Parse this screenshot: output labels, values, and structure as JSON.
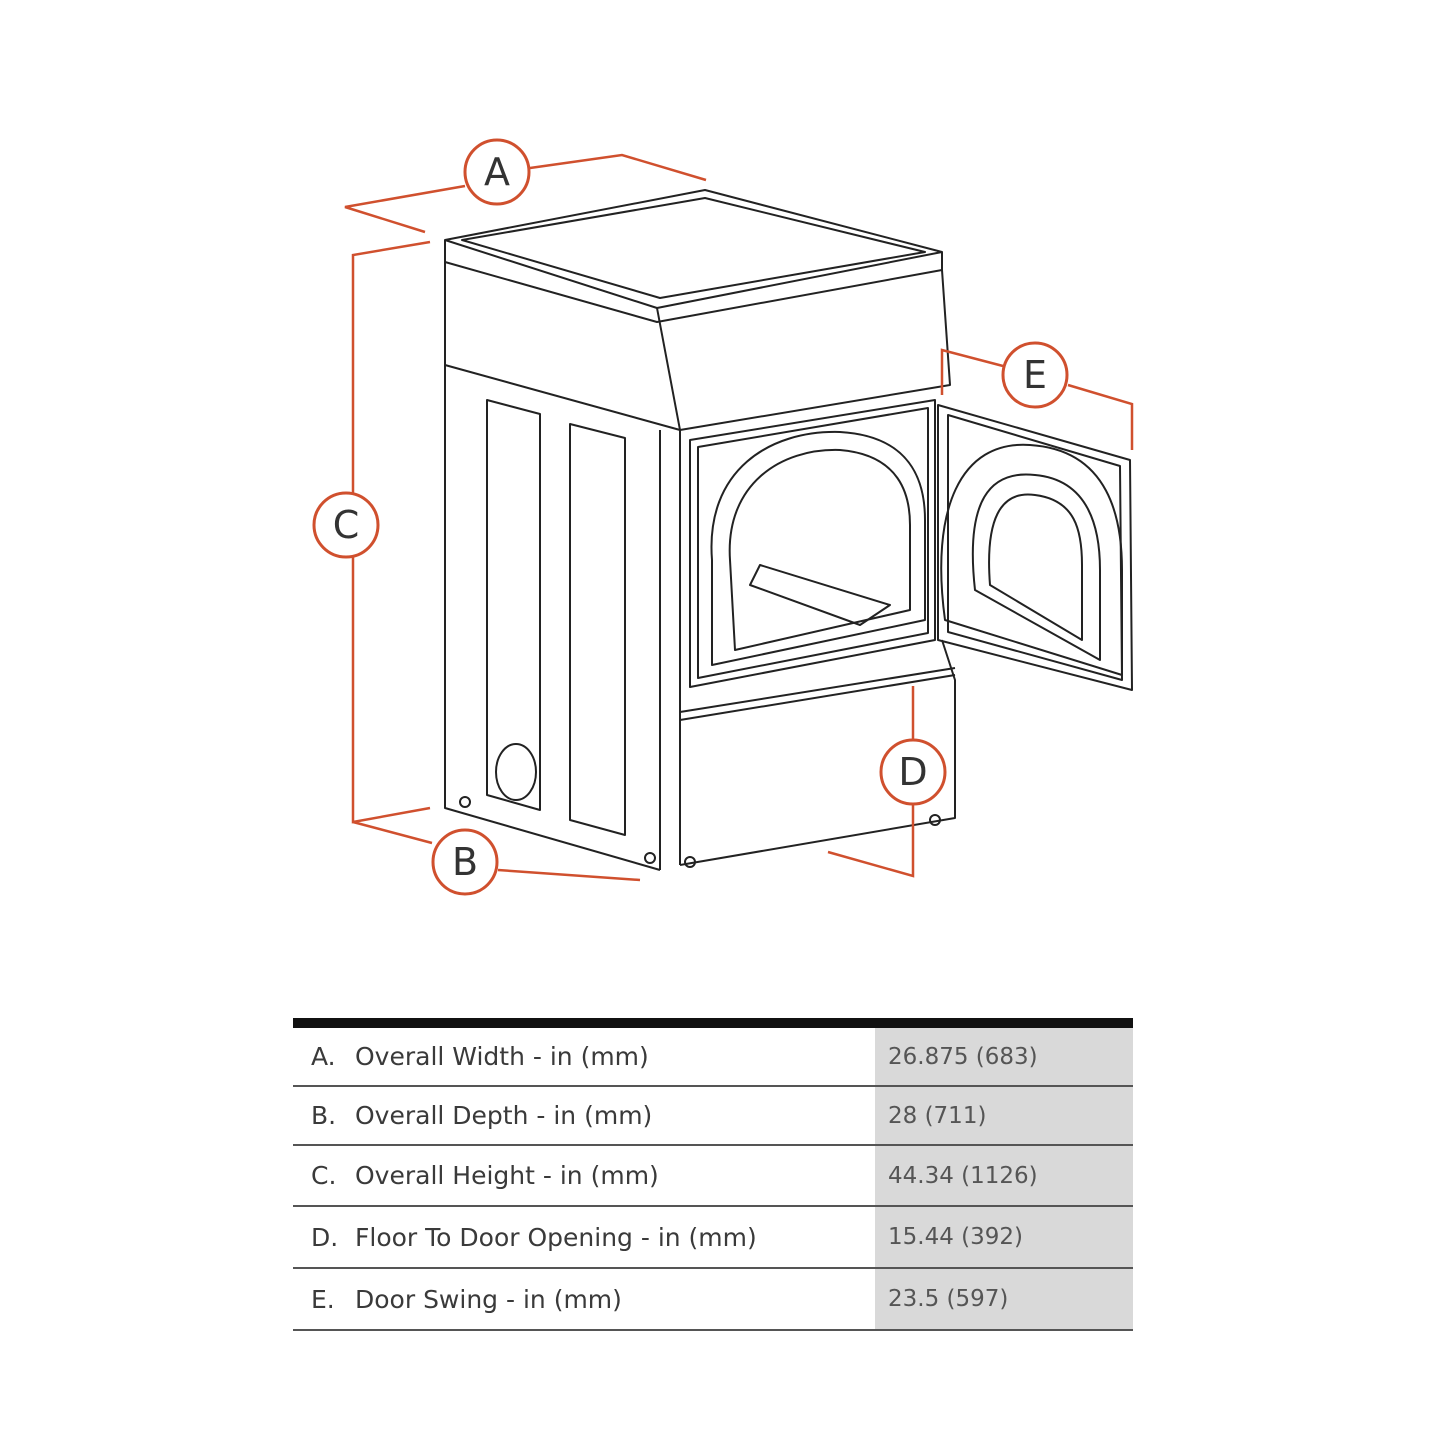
{
  "callouts": [
    "A",
    "B",
    "C",
    "D",
    "E"
  ],
  "accent_color": "#d0502e",
  "table": {
    "rows": [
      {
        "letter": "A.",
        "name": "Overall Width - in (mm)",
        "value": "26.875 (683)"
      },
      {
        "letter": "B.",
        "name": "Overall Depth -  in (mm)",
        "value": "28 (711)"
      },
      {
        "letter": "C.",
        "name": "Overall Height - in (mm)",
        "value": "44.34 (1126)"
      },
      {
        "letter": "D.",
        "name": "Floor To Door Opening - in (mm)",
        "value": "15.44 (392)"
      },
      {
        "letter": "E.",
        "name": "Door Swing - in (mm)",
        "value": "23.5 (597)"
      }
    ]
  }
}
